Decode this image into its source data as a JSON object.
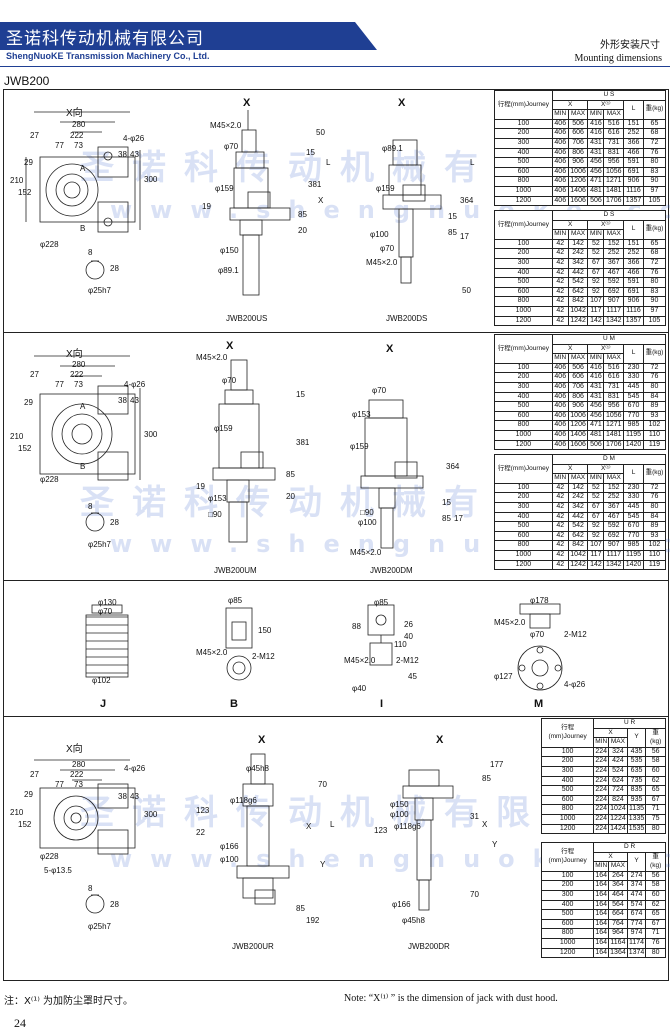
{
  "header": {
    "company_cn": "圣诺科传动机械有限公司",
    "company_en": "ShengNuoKE Transmission Machinery Co., Ltd.",
    "section_cn": "外形安装尺寸",
    "section_en": "Mounting dimensions"
  },
  "model": "JWB200",
  "watermark": {
    "cn": "圣诺科传动机械有限公司",
    "url": "www.shengnuoke.com"
  },
  "drawing_labels": {
    "x_view": "X向",
    "x_arrow": "X",
    "dims_plan": [
      "280",
      "222",
      "27",
      "77",
      "73",
      "4-φ26",
      "210",
      "152",
      "29",
      "38",
      "43",
      "300",
      "φ228",
      "A",
      "B",
      "8",
      "28",
      "φ25h7"
    ],
    "dims_us": [
      "M45×2.0",
      "φ70",
      "φ159",
      "φ150",
      "φ89.1",
      "19",
      "15",
      "50",
      "381",
      "85",
      "20",
      "L",
      "X"
    ],
    "dims_ds": [
      "φ89.1",
      "φ159",
      "φ100",
      "φ70",
      "M45×2.0",
      "364",
      "15",
      "85",
      "17",
      "L",
      "50"
    ],
    "dims_um": [
      "M45×2.0",
      "φ70",
      "φ159",
      "φ153",
      "□90",
      "381",
      "15",
      "85",
      "20",
      "19"
    ],
    "dims_dm": [
      "φ70",
      "φ153",
      "φ159",
      "□90",
      "φ100",
      "M45×2.0",
      "364",
      "15",
      "85",
      "17"
    ],
    "dims_acc": [
      "φ130",
      "φ70",
      "φ102",
      "φ85",
      "M45×2.0",
      "2-M12",
      "150",
      "88",
      "φ85",
      "110",
      "40",
      "26",
      "φ40",
      "45",
      "φ178",
      "φ70",
      "2-M12",
      "φ127",
      "4-φ26"
    ],
    "dims_ur": [
      "φ45h8",
      "φ118g6",
      "φ166",
      "φ100",
      "123",
      "22",
      "70",
      "85",
      "192",
      "Y",
      "X",
      "L",
      "5-φ13.5"
    ],
    "dims_dr": [
      "φ150",
      "φ100",
      "φ118g6",
      "φ166",
      "φ45h8",
      "123",
      "85",
      "177",
      "31",
      "70",
      "Y",
      "X"
    ]
  },
  "captions": {
    "us": "JWB200US",
    "ds": "JWB200DS",
    "um": "JWB200UM",
    "dm": "JWB200DM",
    "j": "J",
    "b": "B",
    "i": "I",
    "m": "M",
    "ur": "JWB200UR",
    "dr": "JWB200DR"
  },
  "tables": {
    "us": {
      "title": "U S",
      "head": {
        "stroke": "行程(mm)Journey",
        "x": "X",
        "x1": "X⁽¹⁾",
        "min": "MIN",
        "max": "MAX",
        "l": "L",
        "weight": "重(kg)"
      },
      "rows": [
        [
          "100",
          "406",
          "506",
          "416",
          "516",
          "151",
          "65"
        ],
        [
          "200",
          "406",
          "606",
          "416",
          "616",
          "252",
          "68"
        ],
        [
          "300",
          "406",
          "706",
          "431",
          "731",
          "366",
          "72"
        ],
        [
          "400",
          "406",
          "806",
          "431",
          "831",
          "466",
          "76"
        ],
        [
          "500",
          "406",
          "906",
          "456",
          "956",
          "591",
          "80"
        ],
        [
          "600",
          "406",
          "1006",
          "456",
          "1056",
          "691",
          "83"
        ],
        [
          "800",
          "406",
          "1206",
          "471",
          "1271",
          "906",
          "90"
        ],
        [
          "1000",
          "406",
          "1406",
          "481",
          "1481",
          "1116",
          "97"
        ],
        [
          "1200",
          "406",
          "1606",
          "506",
          "1706",
          "1357",
          "105"
        ]
      ]
    },
    "ds": {
      "title": "D S",
      "head": {
        "stroke": "行程(mm)Journey",
        "x": "X",
        "x1": "X⁽¹⁾",
        "min": "MIN",
        "max": "MAX",
        "l": "L",
        "weight": "重(kg)"
      },
      "rows": [
        [
          "100",
          "42",
          "142",
          "52",
          "152",
          "151",
          "65"
        ],
        [
          "200",
          "42",
          "242",
          "52",
          "252",
          "252",
          "68"
        ],
        [
          "300",
          "42",
          "342",
          "67",
          "367",
          "366",
          "72"
        ],
        [
          "400",
          "42",
          "442",
          "67",
          "467",
          "466",
          "76"
        ],
        [
          "500",
          "42",
          "542",
          "92",
          "592",
          "591",
          "80"
        ],
        [
          "600",
          "42",
          "642",
          "92",
          "692",
          "691",
          "83"
        ],
        [
          "800",
          "42",
          "842",
          "107",
          "907",
          "906",
          "90"
        ],
        [
          "1000",
          "42",
          "1042",
          "117",
          "1117",
          "1116",
          "97"
        ],
        [
          "1200",
          "42",
          "1242",
          "142",
          "1342",
          "1357",
          "105"
        ]
      ]
    },
    "um": {
      "title": "U M",
      "head": {
        "stroke": "行程(mm)Journey",
        "x": "X",
        "x1": "X⁽¹⁾",
        "min": "MIN",
        "max": "MAX",
        "l": "L",
        "weight": "重(kg)"
      },
      "rows": [
        [
          "100",
          "406",
          "506",
          "416",
          "516",
          "230",
          "72"
        ],
        [
          "200",
          "406",
          "606",
          "416",
          "616",
          "330",
          "76"
        ],
        [
          "300",
          "406",
          "706",
          "431",
          "731",
          "445",
          "80"
        ],
        [
          "400",
          "406",
          "806",
          "431",
          "831",
          "545",
          "84"
        ],
        [
          "500",
          "406",
          "906",
          "456",
          "956",
          "670",
          "89"
        ],
        [
          "600",
          "406",
          "1006",
          "456",
          "1056",
          "770",
          "93"
        ],
        [
          "800",
          "406",
          "1206",
          "471",
          "1271",
          "985",
          "102"
        ],
        [
          "1000",
          "406",
          "1406",
          "481",
          "1481",
          "1195",
          "110"
        ],
        [
          "1200",
          "406",
          "1606",
          "506",
          "1706",
          "1420",
          "119"
        ]
      ]
    },
    "dm": {
      "title": "D M",
      "head": {
        "stroke": "行程(mm)Journey",
        "x": "X",
        "x1": "X⁽¹⁾",
        "min": "MIN",
        "max": "MAX",
        "l": "L",
        "weight": "重(kg)"
      },
      "rows": [
        [
          "100",
          "42",
          "142",
          "52",
          "152",
          "230",
          "72"
        ],
        [
          "200",
          "42",
          "242",
          "52",
          "252",
          "330",
          "76"
        ],
        [
          "300",
          "42",
          "342",
          "67",
          "367",
          "445",
          "80"
        ],
        [
          "400",
          "42",
          "442",
          "67",
          "467",
          "545",
          "84"
        ],
        [
          "500",
          "42",
          "542",
          "92",
          "592",
          "670",
          "89"
        ],
        [
          "600",
          "42",
          "642",
          "92",
          "692",
          "770",
          "93"
        ],
        [
          "800",
          "42",
          "842",
          "107",
          "907",
          "985",
          "102"
        ],
        [
          "1000",
          "42",
          "1042",
          "117",
          "1117",
          "1195",
          "110"
        ],
        [
          "1200",
          "42",
          "1242",
          "142",
          "1342",
          "1420",
          "119"
        ]
      ]
    },
    "ur": {
      "title": "U R",
      "head": {
        "stroke": "行程(mm)Journey",
        "x": "X",
        "min": "MIN",
        "max": "MAX",
        "y": "Y",
        "weight": "重(kg)"
      },
      "rows": [
        [
          "100",
          "224",
          "324",
          "435",
          "56"
        ],
        [
          "200",
          "224",
          "424",
          "535",
          "58"
        ],
        [
          "300",
          "224",
          "524",
          "635",
          "60"
        ],
        [
          "400",
          "224",
          "624",
          "735",
          "62"
        ],
        [
          "500",
          "224",
          "724",
          "835",
          "65"
        ],
        [
          "600",
          "224",
          "824",
          "935",
          "67"
        ],
        [
          "800",
          "224",
          "1024",
          "1135",
          "71"
        ],
        [
          "1000",
          "224",
          "1224",
          "1335",
          "75"
        ],
        [
          "1200",
          "224",
          "1424",
          "1535",
          "80"
        ]
      ]
    },
    "dr": {
      "title": "D R",
      "head": {
        "stroke": "行程(mm)Journey",
        "x": "X",
        "min": "MIN",
        "max": "MAX",
        "y": "Y",
        "weight": "重(kg)"
      },
      "rows": [
        [
          "100",
          "164",
          "264",
          "274",
          "56"
        ],
        [
          "200",
          "164",
          "364",
          "374",
          "58"
        ],
        [
          "300",
          "164",
          "464",
          "474",
          "60"
        ],
        [
          "400",
          "164",
          "564",
          "574",
          "62"
        ],
        [
          "500",
          "164",
          "664",
          "674",
          "65"
        ],
        [
          "600",
          "164",
          "764",
          "774",
          "67"
        ],
        [
          "800",
          "164",
          "964",
          "974",
          "71"
        ],
        [
          "1000",
          "164",
          "1164",
          "1174",
          "76"
        ],
        [
          "1200",
          "164",
          "1364",
          "1374",
          "80"
        ]
      ]
    }
  },
  "notes": {
    "cn": "注：X⁽¹⁾ 为加防尘罩时尺寸。",
    "en": "Note: “X⁽¹⁾ ” is the dimension of jack with dust hood."
  },
  "page_number": "24"
}
